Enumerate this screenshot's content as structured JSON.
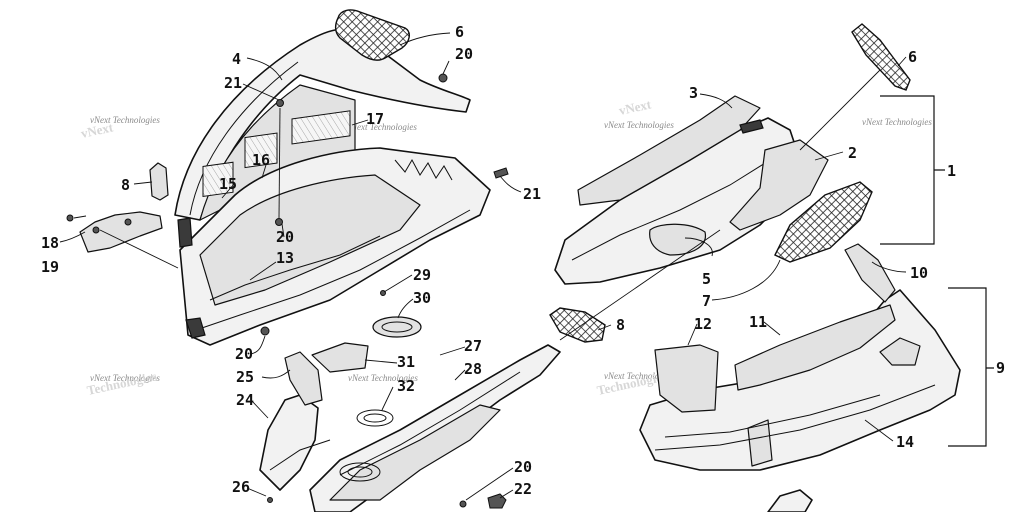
{
  "watermark": "vNext Technologies",
  "callouts": [
    {
      "id": "c6a",
      "label": "6"
    },
    {
      "id": "c20a",
      "label": "20"
    },
    {
      "id": "c4",
      "label": "4"
    },
    {
      "id": "c21a",
      "label": "21"
    },
    {
      "id": "c17",
      "label": "17"
    },
    {
      "id": "c16",
      "label": "16"
    },
    {
      "id": "c15",
      "label": "15"
    },
    {
      "id": "c8a",
      "label": "8"
    },
    {
      "id": "c21b",
      "label": "21"
    },
    {
      "id": "c18",
      "label": "18"
    },
    {
      "id": "c19",
      "label": "19"
    },
    {
      "id": "c20b",
      "label": "20"
    },
    {
      "id": "c13",
      "label": "13"
    },
    {
      "id": "c29",
      "label": "29"
    },
    {
      "id": "c30",
      "label": "30"
    },
    {
      "id": "c20c",
      "label": "20"
    },
    {
      "id": "c27",
      "label": "27"
    },
    {
      "id": "c28",
      "label": "28"
    },
    {
      "id": "c31",
      "label": "31"
    },
    {
      "id": "c32",
      "label": "32"
    },
    {
      "id": "c25",
      "label": "25"
    },
    {
      "id": "c24",
      "label": "24"
    },
    {
      "id": "c26",
      "label": "26"
    },
    {
      "id": "c20d",
      "label": "20"
    },
    {
      "id": "c22",
      "label": "22"
    },
    {
      "id": "c3",
      "label": "3"
    },
    {
      "id": "c6b",
      "label": "6"
    },
    {
      "id": "c2",
      "label": "2"
    },
    {
      "id": "c1",
      "label": "1"
    },
    {
      "id": "c5",
      "label": "5"
    },
    {
      "id": "c7",
      "label": "7"
    },
    {
      "id": "c8b",
      "label": "8"
    },
    {
      "id": "c10",
      "label": "10"
    },
    {
      "id": "c9",
      "label": "9"
    },
    {
      "id": "c12",
      "label": "12"
    },
    {
      "id": "c11",
      "label": "11"
    },
    {
      "id": "c14",
      "label": "14"
    }
  ]
}
